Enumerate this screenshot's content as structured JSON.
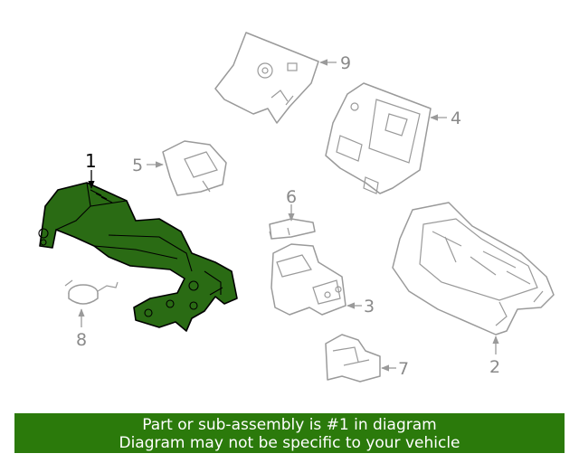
{
  "callouts": {
    "c1": "1",
    "c2": "2",
    "c3": "3",
    "c4": "4",
    "c5": "5",
    "c6": "6",
    "c7": "7",
    "c8": "8",
    "c9": "9"
  },
  "highlight_color": "#2b7a0b",
  "banner": {
    "line1": "Part or sub-assembly is #1 in diagram",
    "line2": "Diagram may not be specific to your vehicle"
  }
}
